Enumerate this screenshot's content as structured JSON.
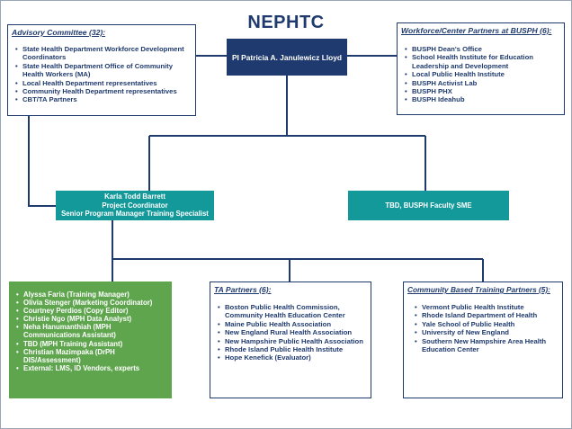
{
  "title": "NEPHTC",
  "pi": {
    "label": "PI Patricia A. Janulewicz Lloyd"
  },
  "advisory": {
    "heading": "Advisory Committee (32):",
    "items": [
      "State Health Department Workforce Development Coordinators",
      "State Health Department Office of Community Health Workers (MA)",
      "Local Health Department representatives",
      "Community Health Department representatives",
      "CBT/TA Partners"
    ]
  },
  "workforce": {
    "heading": "Workforce/Center Partners at BUSPH (6):",
    "items": [
      "BUSPH Dean's Office",
      "School Health Institute for Education Leadership and Development",
      "Local Public Health Institute",
      "BUSPH Activist Lab",
      "BUSPH PHX",
      "BUSPH Ideahub"
    ]
  },
  "coordinator": {
    "lines": [
      "Karla Todd Barrett",
      "Project Coordinator",
      "Senior Program Manager Training Specialist"
    ]
  },
  "sme": {
    "label": "TBD, BUSPH Faculty SME"
  },
  "staff": {
    "items": [
      "Alyssa Faria (Training Manager)",
      "Olivia Stenger (Marketing Coordinator)",
      "Courtney Perdios (Copy Editor)",
      "Christie Ngo (MPH Data Analyst)",
      "Neha Hanumanthiah (MPH Communications  Assistant)",
      "TBD (MPH Training Assistant)",
      "Christian Mazimpaka (DrPH DIS/Assessment)",
      "External: LMS, ID Vendors, experts"
    ]
  },
  "ta": {
    "heading": "TA Partners (6):",
    "items": [
      "Boston Public Health Commission, Community Health Education Center",
      "Maine Public Health Association",
      "New England Rural Health Association",
      "New Hampshire Public Health Association",
      "Rhode Island Public Health Institute",
      "Hope Kenefick (Evaluator)"
    ]
  },
  "cbt": {
    "heading": "Community Based Training Partners (5):",
    "items": [
      "Vermont Public Health Institute",
      "Rhode Island Department of Health",
      "Yale School of Public Health",
      "University of New England",
      "Southern New Hampshire Area Health Education Center"
    ]
  }
}
